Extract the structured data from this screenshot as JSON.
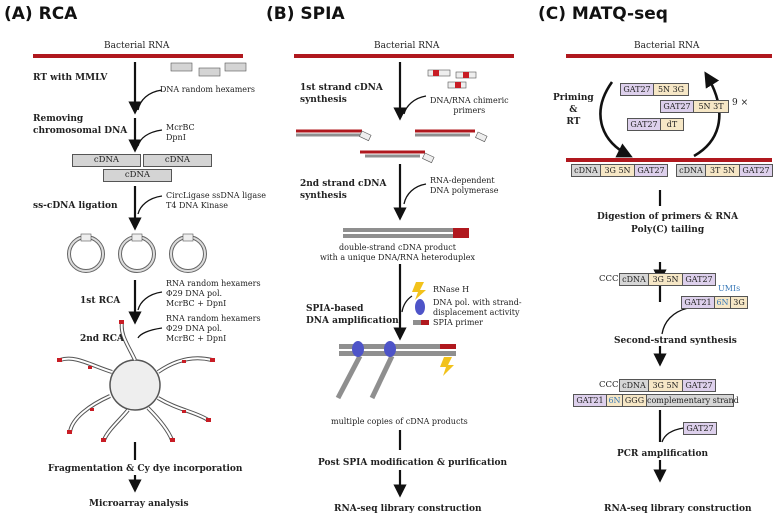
{
  "panels": {
    "a": {
      "title": "(A)  RCA",
      "rna": "Bacterial RNA",
      "step1": "RT with MMLV",
      "note1": "DNA random hexamers",
      "step2": "Removing\nchromosomal DNA",
      "note2": "McrBC\nDpnI",
      "cdna": "cDNA",
      "step3": "ss-cDNA ligation",
      "note3": "CircLigase ssDNA ligase\nT4 DNA Kinase",
      "step4": "1st RCA",
      "note4": "RNA random hexamers\nΦ29 DNA pol.\nMcrBC + DpnI",
      "step5": "2nd RCA",
      "note5": "RNA random hexamers\nΦ29 DNA pol.\nMcrBC + DpnI",
      "step6": "Fragmentation &  Cy dye incorporation",
      "step7": "Microarray analysis"
    },
    "b": {
      "title": "(B)  SPIA",
      "rna": "Bacterial RNA",
      "step1": "1st strand cDNA\nsynthesis",
      "note1": "DNA/RNA chimeric\nprimers",
      "step2": "2nd strand cDNA\nsynthesis",
      "note2": "RNA-dependent\nDNA polymerase",
      "product": "double-strand cDNA product\nwith a unique DNA/RNA heteroduplex",
      "step3": "SPIA-based\nDNA amplification",
      "legend1": "RNase H",
      "legend2": "DNA pol. with strand-\ndisplacement activity",
      "legend3": "SPIA primer",
      "copies": "multiple copies of cDNA products",
      "step4": "Post SPIA modification & purification",
      "step5": "RNA-seq library construction"
    },
    "c": {
      "title": "(C)  MATQ-seq",
      "rna": "Bacterial RNA",
      "priming": "Priming\n&\nRT",
      "repeat": "9 ×",
      "p1": [
        "GAT27",
        "5N 3G"
      ],
      "p2": [
        "GAT27",
        "5N 3T"
      ],
      "p3": [
        "GAT27",
        "dT"
      ],
      "r1": [
        "cDNA",
        "3G 5N",
        "GAT27"
      ],
      "r2": [
        "cDNA",
        "3T 5N",
        "GAT27"
      ],
      "step1": "Digestion of primers & RNA\nPoly(C) tailing",
      "ccc": "CCC",
      "umis": "UMIs",
      "gat21": [
        "GAT21",
        "6N",
        "3G"
      ],
      "step2": "Second-strand synthesis",
      "row2": [
        "GAT21",
        "6N",
        "GGG",
        "complementary strand"
      ],
      "gat27": "GAT27",
      "step3": "PCR amplification",
      "step4": "RNA-seq library construction"
    }
  },
  "colors": {
    "rna": "#b0181e",
    "dna_grey": "#8f8f8f",
    "gat": "#ddd0ec",
    "gold": "#f6e7c6",
    "umi": "#3a7ab8",
    "ellipse": "#4e54c8",
    "bolt": "#f2c21b"
  }
}
